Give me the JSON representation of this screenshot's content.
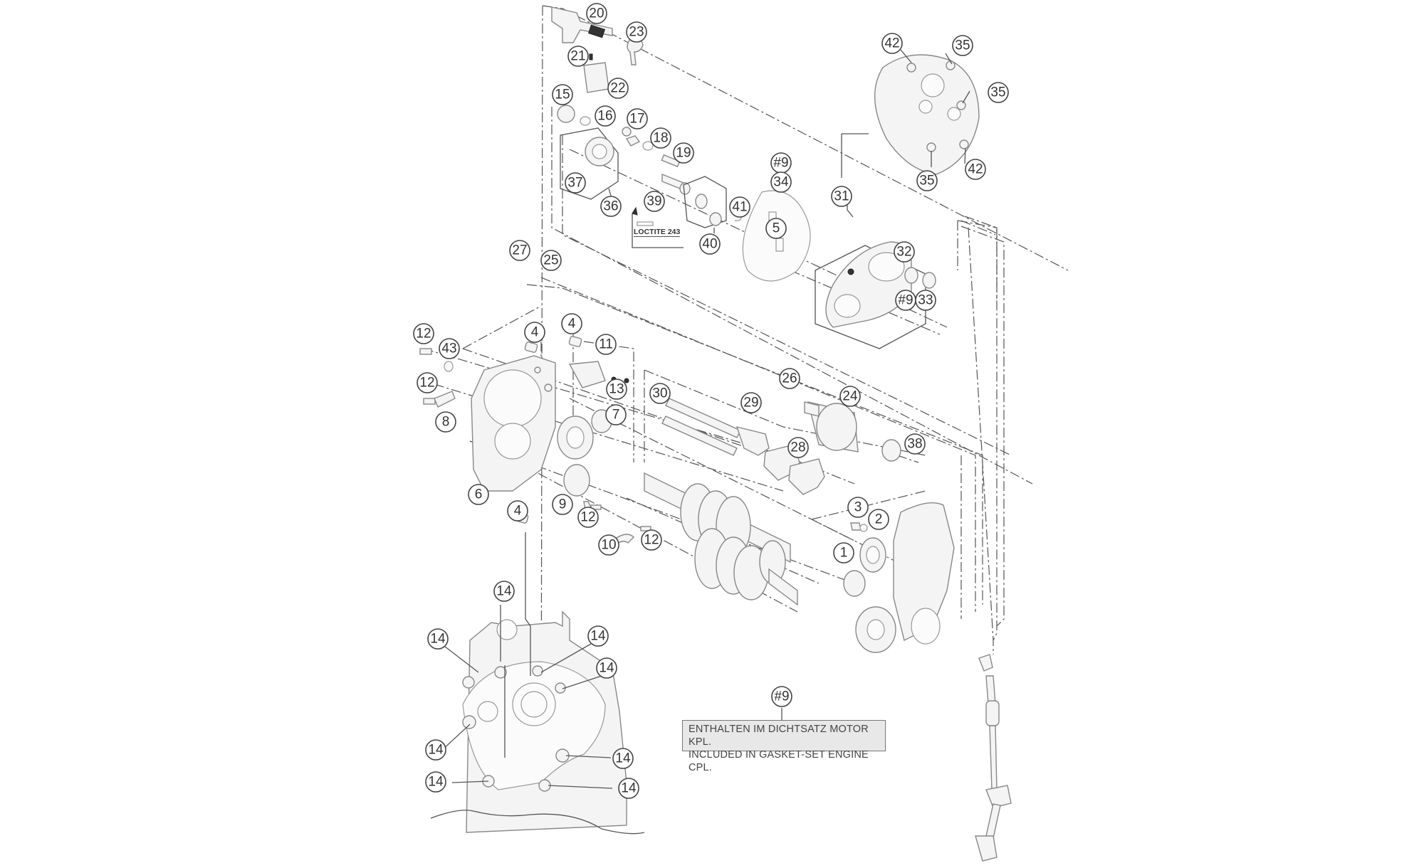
{
  "diagram": {
    "title": "Transmission / shift mechanism exploded view",
    "callouts": [
      {
        "id": "c20",
        "label": "20"
      },
      {
        "id": "c23",
        "label": "23"
      },
      {
        "id": "c21",
        "label": "21"
      },
      {
        "id": "c22",
        "label": "22"
      },
      {
        "id": "c15",
        "label": "15"
      },
      {
        "id": "c16",
        "label": "16"
      },
      {
        "id": "c17",
        "label": "17"
      },
      {
        "id": "c18",
        "label": "18"
      },
      {
        "id": "c19",
        "label": "19"
      },
      {
        "id": "c37",
        "label": "37"
      },
      {
        "id": "c36",
        "label": "36"
      },
      {
        "id": "c39",
        "label": "39"
      },
      {
        "id": "c40",
        "label": "40"
      },
      {
        "id": "c41",
        "label": "41"
      },
      {
        "id": "c9a",
        "label": "#9"
      },
      {
        "id": "c34",
        "label": "34"
      },
      {
        "id": "c5",
        "label": "5"
      },
      {
        "id": "c31",
        "label": "31"
      },
      {
        "id": "c32",
        "label": "32"
      },
      {
        "id": "c9b",
        "label": "#9"
      },
      {
        "id": "c33",
        "label": "33"
      },
      {
        "id": "c42a",
        "label": "42"
      },
      {
        "id": "c35a",
        "label": "35"
      },
      {
        "id": "c35b",
        "label": "35"
      },
      {
        "id": "c35c",
        "label": "35"
      },
      {
        "id": "c42b",
        "label": "42"
      },
      {
        "id": "c27",
        "label": "27"
      },
      {
        "id": "c25",
        "label": "25"
      },
      {
        "id": "c12a",
        "label": "12"
      },
      {
        "id": "c43",
        "label": "43"
      },
      {
        "id": "c4a",
        "label": "4"
      },
      {
        "id": "c4b",
        "label": "4"
      },
      {
        "id": "c11",
        "label": "11"
      },
      {
        "id": "c13",
        "label": "13"
      },
      {
        "id": "c12b",
        "label": "12"
      },
      {
        "id": "c8",
        "label": "8"
      },
      {
        "id": "c7",
        "label": "7"
      },
      {
        "id": "c30",
        "label": "30"
      },
      {
        "id": "c29",
        "label": "29"
      },
      {
        "id": "c26",
        "label": "26"
      },
      {
        "id": "c24",
        "label": "24"
      },
      {
        "id": "c28",
        "label": "28"
      },
      {
        "id": "c38",
        "label": "38"
      },
      {
        "id": "c6",
        "label": "6"
      },
      {
        "id": "c4c",
        "label": "4"
      },
      {
        "id": "c9",
        "label": "9"
      },
      {
        "id": "c12c",
        "label": "12"
      },
      {
        "id": "c10",
        "label": "10"
      },
      {
        "id": "c12d",
        "label": "12"
      },
      {
        "id": "c3",
        "label": "3"
      },
      {
        "id": "c2",
        "label": "2"
      },
      {
        "id": "c1",
        "label": "1"
      },
      {
        "id": "c14a",
        "label": "14"
      },
      {
        "id": "c14b",
        "label": "14"
      },
      {
        "id": "c14c",
        "label": "14"
      },
      {
        "id": "c14d",
        "label": "14"
      },
      {
        "id": "c14e",
        "label": "14"
      },
      {
        "id": "c14f",
        "label": "14"
      },
      {
        "id": "c14g",
        "label": "14"
      },
      {
        "id": "c14h",
        "label": "14"
      },
      {
        "id": "c9c",
        "label": "#9"
      }
    ],
    "loctite_label": "LOCTITE 243",
    "note": {
      "line1": "ENTHALTEN IM DICHTSATZ MOTOR KPL.",
      "line2": "INCLUDED IN GASKET-SET ENGINE CPL."
    }
  }
}
